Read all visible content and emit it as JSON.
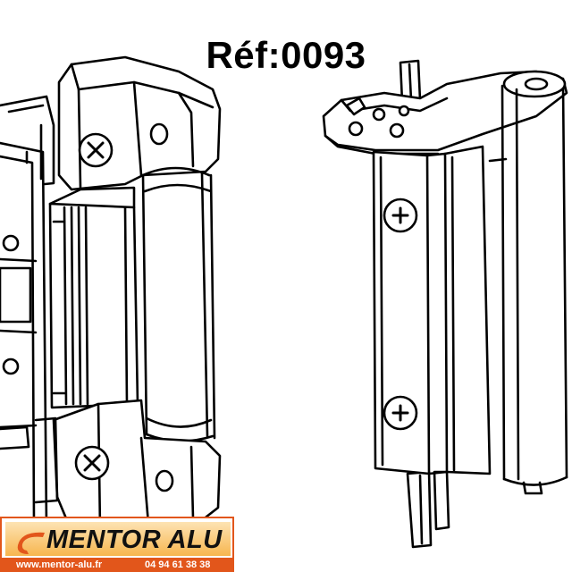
{
  "title": "Réf:0093",
  "logo": {
    "brand": "MENTOR ALU",
    "url": "www.mentor-alu.fr",
    "phone": "04 94 61 38 38",
    "colors": {
      "band": "#f7b64f",
      "footer": "#e2561b",
      "mark": "#e2561b"
    }
  },
  "colors": {
    "line": "#000000",
    "background": "#ffffff"
  }
}
